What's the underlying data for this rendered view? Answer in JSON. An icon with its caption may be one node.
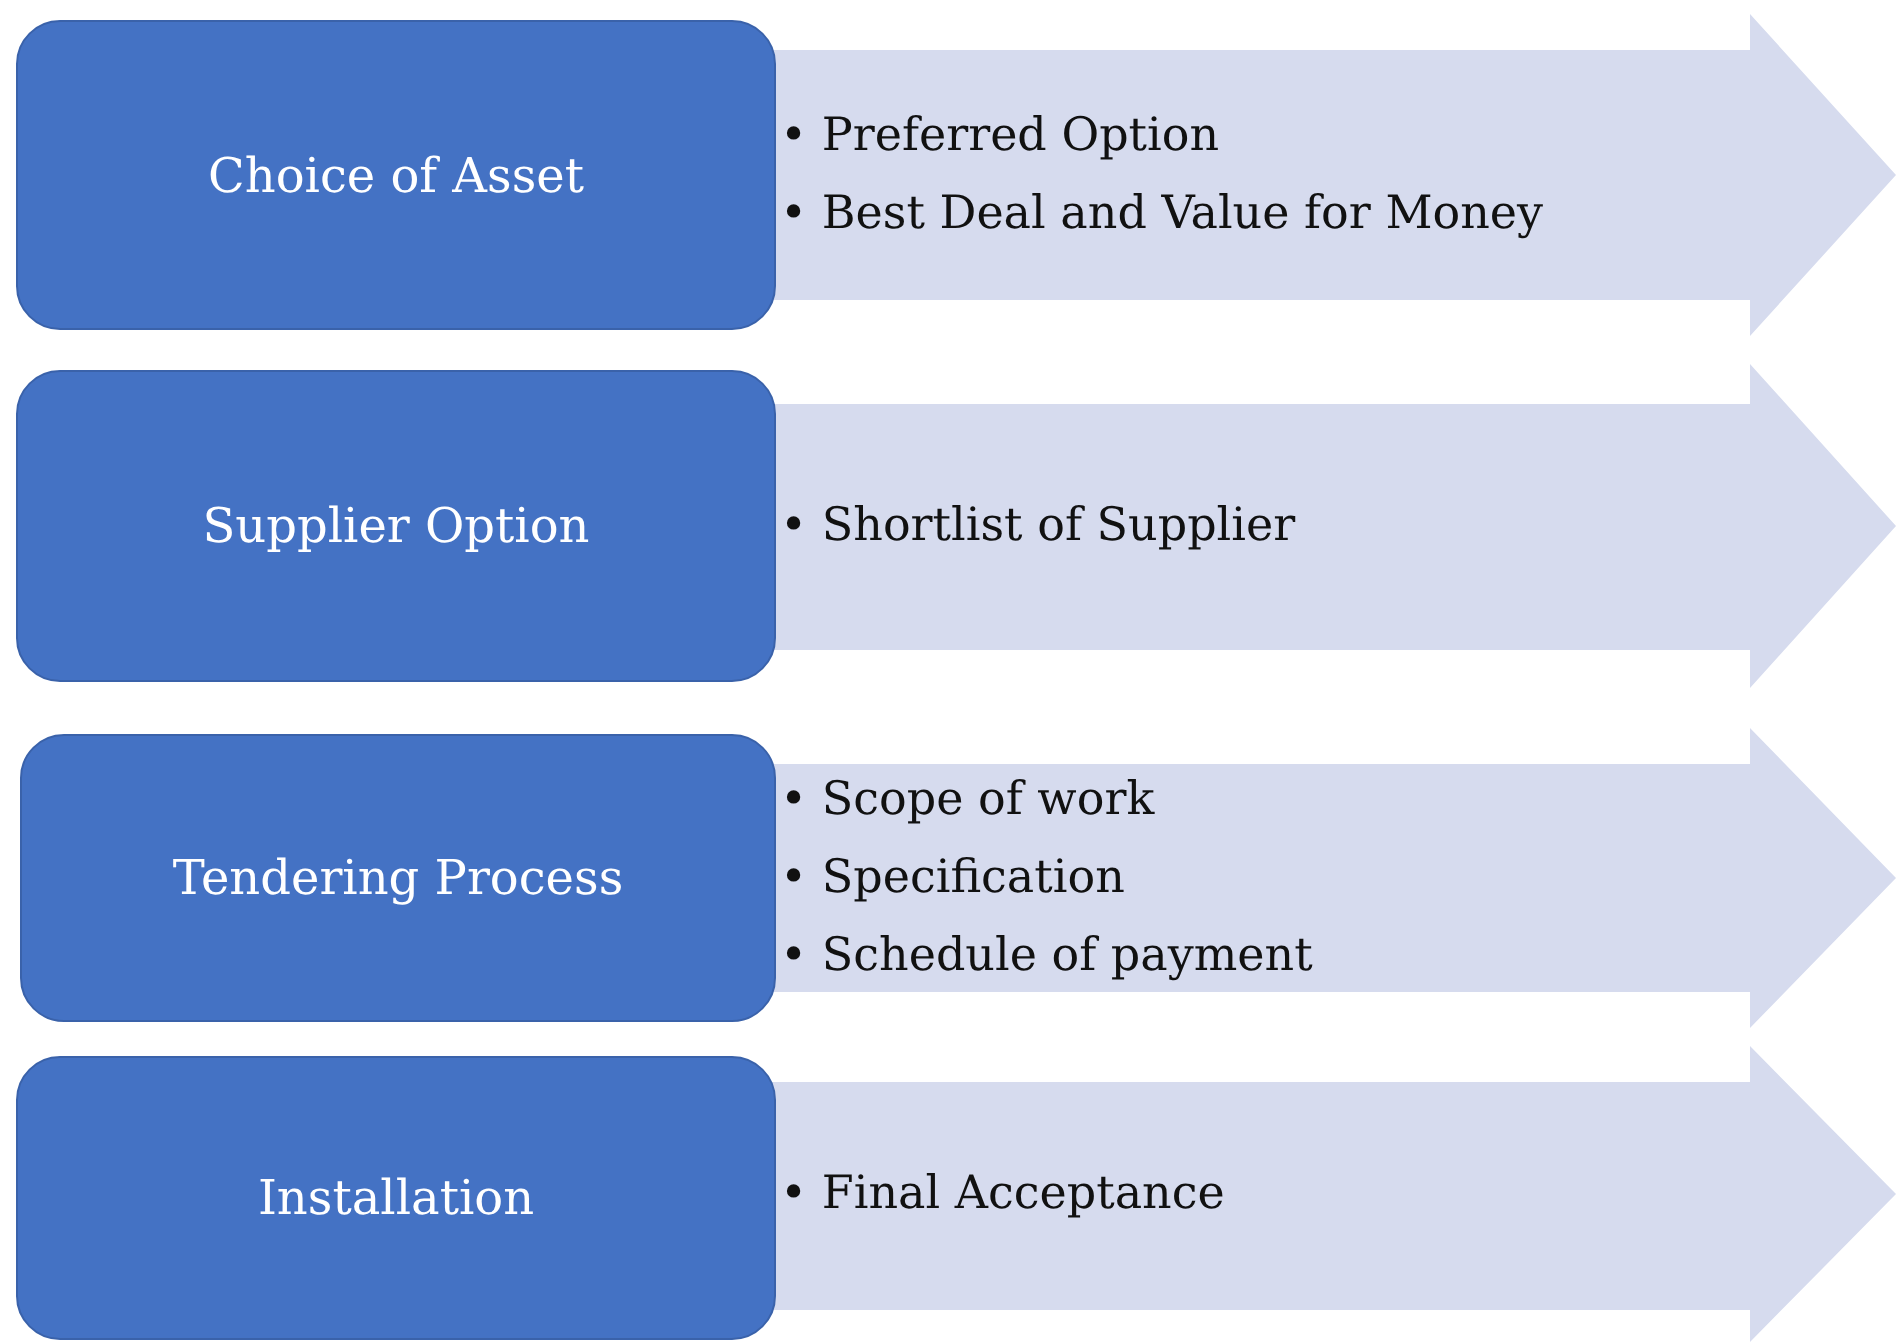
{
  "diagram": {
    "nodes": [
      {
        "text": [
          "Choice of Asset"
        ]
      },
      {
        "text": [
          "• Preferred Option",
          "• Best Deal and Value for Money"
        ]
      },
      {
        "text": [
          "Supplier Option"
        ]
      },
      {
        "text": [
          "• Shortlist of Supplier"
        ]
      },
      {
        "text": [
          "Tendering Process"
        ]
      },
      {
        "text": [
          "• Scope of work",
          "• Specification",
          "• Schedule of payment"
        ]
      },
      {
        "text": [
          "Installation"
        ]
      },
      {
        "text": [
          "• Final Acceptance"
        ]
      }
    ]
  }
}
